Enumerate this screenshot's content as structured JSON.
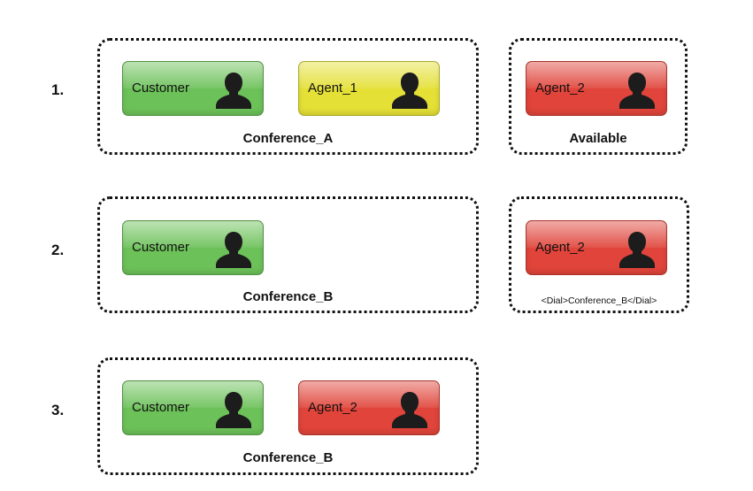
{
  "colors": {
    "customer": "#6cc159",
    "agent_yellow": "#e4e036",
    "agent_red": "#e0443a"
  },
  "rows": [
    {
      "number": "1.",
      "conference": {
        "label": "Conference_A",
        "participants": [
          {
            "label": "Customer",
            "color": "#6cc159",
            "icon": "person-icon"
          },
          {
            "label": "Agent_1",
            "color": "#e4e036",
            "icon": "person-icon"
          }
        ]
      },
      "side": {
        "label": "Available",
        "participant": {
          "label": "Agent_2",
          "color": "#e0443a",
          "icon": "person-icon"
        }
      }
    },
    {
      "number": "2.",
      "conference": {
        "label": "Conference_B",
        "participants": [
          {
            "label": "Customer",
            "color": "#6cc159",
            "icon": "person-icon"
          }
        ]
      },
      "side": {
        "label": "<Dial>Conference_B</Dial>",
        "participant": {
          "label": "Agent_2",
          "color": "#e0443a",
          "icon": "person-icon"
        }
      }
    },
    {
      "number": "3.",
      "conference": {
        "label": "Conference_B",
        "participants": [
          {
            "label": "Customer",
            "color": "#6cc159",
            "icon": "person-icon"
          },
          {
            "label": "Agent_2",
            "color": "#e0443a",
            "icon": "person-icon"
          }
        ]
      }
    }
  ]
}
